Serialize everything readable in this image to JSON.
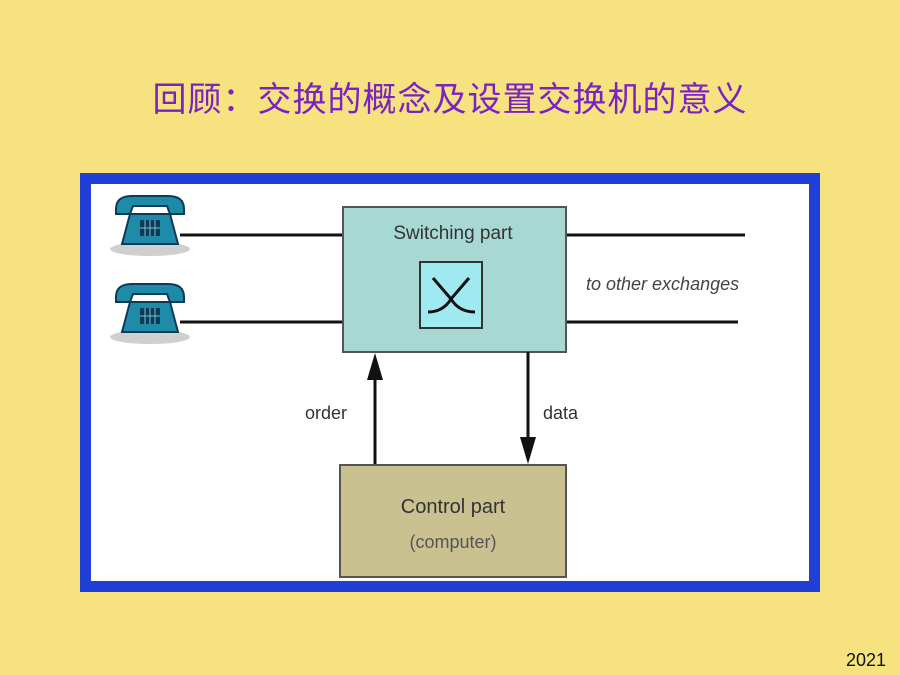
{
  "slide": {
    "title": "回顾：交换的概念及设置交换机的意义",
    "footer": "2021"
  },
  "diagram": {
    "switching_label": "Switching part",
    "exchanges_label": "to other exchanges",
    "order_label": "order",
    "data_label": "data",
    "control_label": "Control part",
    "control_sublabel": "(computer)"
  },
  "icons": {
    "telephone": "telephone-icon",
    "switch": "switch-icon"
  },
  "theme": {
    "bg": "#F6E27F",
    "title": "#7B22C4",
    "frame": "#1F3FD6",
    "switch-fill": "#A8D8D4",
    "control-fill": "#C9C18F",
    "icon-fill": "#9FEAF1",
    "phone": "#1E8CA8"
  }
}
